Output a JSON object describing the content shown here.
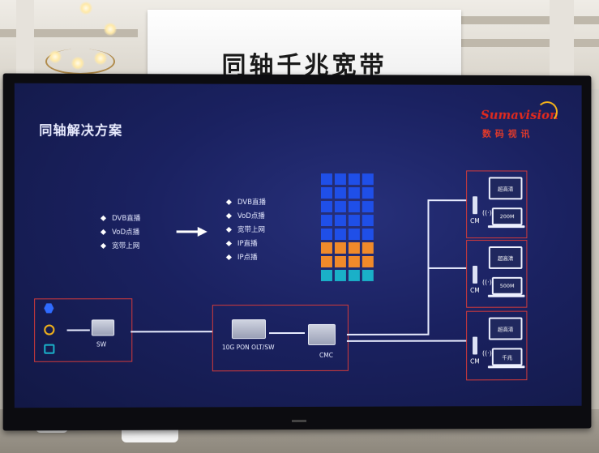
{
  "booth": {
    "sign_text": "同轴千兆宽带"
  },
  "slide": {
    "title": "同轴解决方案",
    "logo": {
      "text_en": "Sumavision",
      "text_cn": "数码视讯"
    },
    "left_services": [
      "DVB直播",
      "VoD点播",
      "宽带上网"
    ],
    "right_services": [
      "DVB直播",
      "VoD点播",
      "宽带上网",
      "IP直播",
      "IP点播"
    ],
    "grid_rows": [
      [
        "#1f4fe8",
        "#1f4fe8",
        "#1f4fe8",
        "#1f4fe8"
      ],
      [
        "#1f4fe8",
        "#1f4fe8",
        "#1f4fe8",
        "#1f4fe8"
      ],
      [
        "#1f4fe8",
        "#1f4fe8",
        "#1f4fe8",
        "#1f4fe8"
      ],
      [
        "#1f4fe8",
        "#1f4fe8",
        "#1f4fe8",
        "#1f4fe8"
      ],
      [
        "#1f4fe8",
        "#1f4fe8",
        "#1f4fe8",
        "#1f4fe8"
      ],
      [
        "#f08a2a",
        "#f08a2a",
        "#f08a2a",
        "#f08a2a"
      ],
      [
        "#f08a2a",
        "#f08a2a",
        "#f08a2a",
        "#f08a2a"
      ],
      [
        "#1ab0c8",
        "#1ab0c8",
        "#1ab0c8",
        "#1ab0c8"
      ]
    ],
    "switch_label": "SW",
    "olt_label": "10G PON OLT/SW",
    "cmc_label": "CMC",
    "cm_label": "CM",
    "clients": [
      {
        "monitor": "超高清",
        "laptop": "200M"
      },
      {
        "monitor": "超高清",
        "laptop": "500M"
      },
      {
        "monitor": "超高清",
        "laptop": "千兆"
      }
    ],
    "colors": {
      "box_border": "#d23a3a",
      "screen_bg": "#1a2160"
    }
  }
}
